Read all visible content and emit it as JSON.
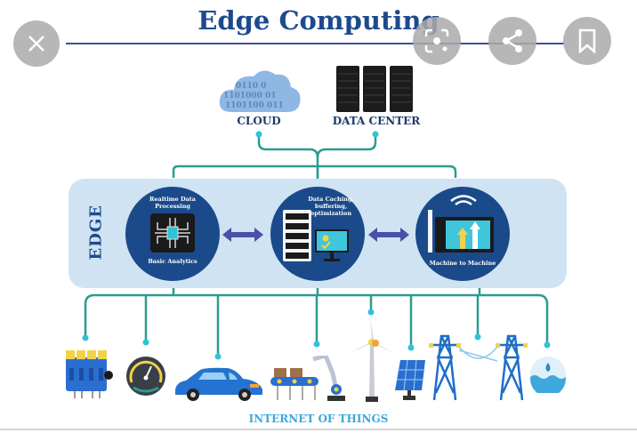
{
  "infographic": {
    "title": "Edge Computing",
    "top_sources": [
      {
        "label": "CLOUD",
        "icon": "cloud-icon",
        "binary_text": [
          "0110 0",
          "1101000 01",
          "1101100 011"
        ]
      },
      {
        "label": "DATA CENTER",
        "icon": "server-racks-icon"
      }
    ],
    "edge_label": "EDGE",
    "edge_nodes": [
      {
        "top_text": "Realtime Data Processing",
        "bottom_text": "Basic Analytics",
        "icon": "chip-icon"
      },
      {
        "top_text": "Data Caching, buffering, optimization",
        "bottom_text": "",
        "icon": "server-monitor-icon"
      },
      {
        "top_text": "",
        "bottom_text": "Machine to Machine",
        "icon": "tablet-wifi-icon"
      }
    ],
    "iot_label": "INTERNET OF THINGS",
    "iot_devices": [
      "engine",
      "gauge",
      "car",
      "assembly-line",
      "robot-arm",
      "wind-turbine",
      "solar-panel",
      "power-pylons",
      "water"
    ]
  },
  "overlay": {
    "close_icon": "close-icon",
    "lens_icon": "lens-icon",
    "share_icon": "share-icon",
    "bookmark_icon": "bookmark-icon"
  },
  "colors": {
    "title": "#1d4a8e",
    "node": "#1a4a8a",
    "band": "#cfe3f2",
    "connector": "#2a9d8f",
    "iot_text": "#3ea7dc",
    "fab": "#aaaaaa"
  }
}
